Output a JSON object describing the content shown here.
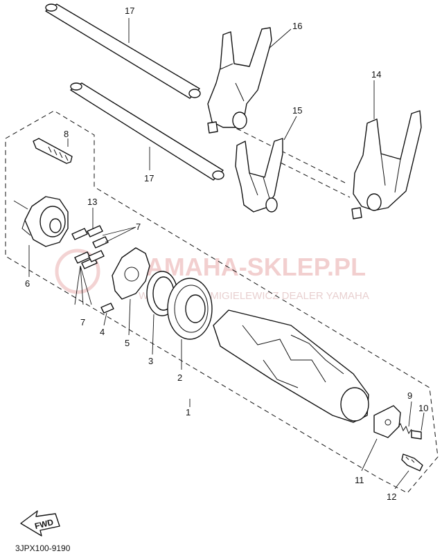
{
  "callouts": {
    "n1": "1",
    "n2": "2",
    "n3": "3",
    "n4": "4",
    "n5": "5",
    "n6": "6",
    "n7a": "7",
    "n7b": "7",
    "n8": "8",
    "n9": "9",
    "n10": "10",
    "n11": "11",
    "n12": "12",
    "n13": "13",
    "n14": "14",
    "n15": "15",
    "n16": "16",
    "n17a": "17",
    "n17b": "17"
  },
  "watermark": {
    "brand": "YAMAHA-SKLEP.PL",
    "dealer": "WOJCIECH SZMIGIELEWICZ DEALER YAMAHA"
  },
  "fwd_label": "FWD",
  "diagram_code": "3JPX100-9190",
  "colors": {
    "ink": "#111111",
    "watermark": "#e8a8a8"
  }
}
